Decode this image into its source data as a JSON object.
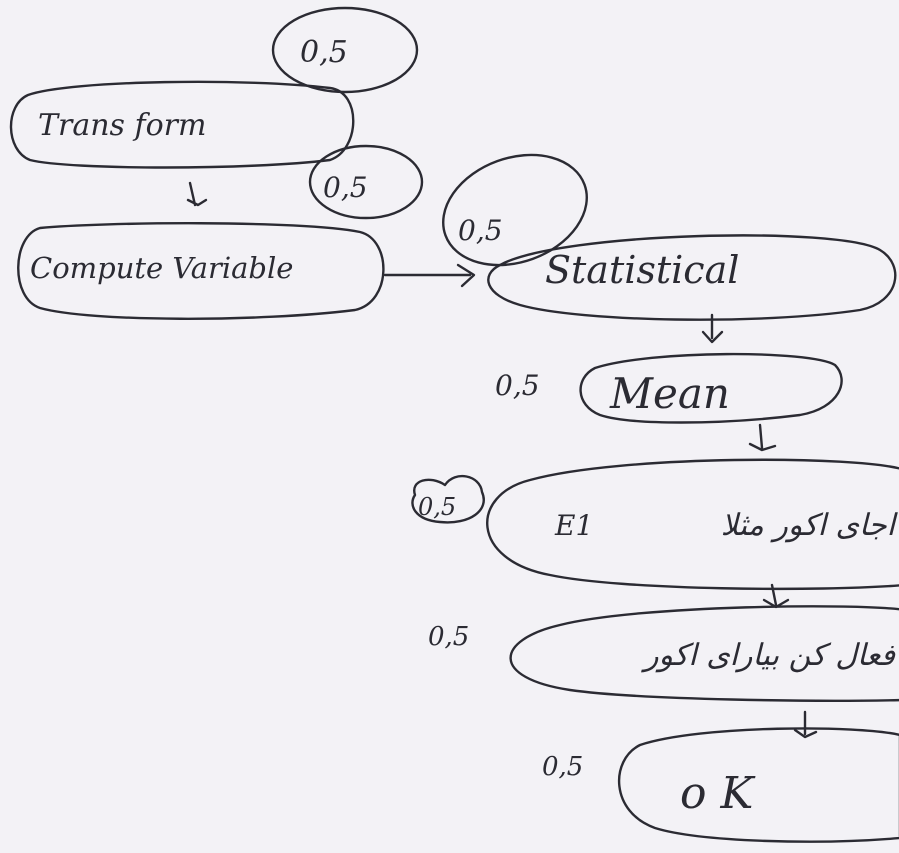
{
  "diagram": {
    "steps": [
      {
        "label": "Trans form",
        "score": "0,5"
      },
      {
        "label": "Compute Variable",
        "score": "0,5"
      },
      {
        "label": "Statistical",
        "score": "0,5"
      },
      {
        "label": "Mean",
        "score": "0,5"
      },
      {
        "label": "اجای اکور مثلا",
        "extra": "E1",
        "score": "0,5"
      },
      {
        "label": "فعال کن بیارای اکور",
        "score": "0,5"
      },
      {
        "label": "o K",
        "score": "0,5"
      }
    ]
  }
}
